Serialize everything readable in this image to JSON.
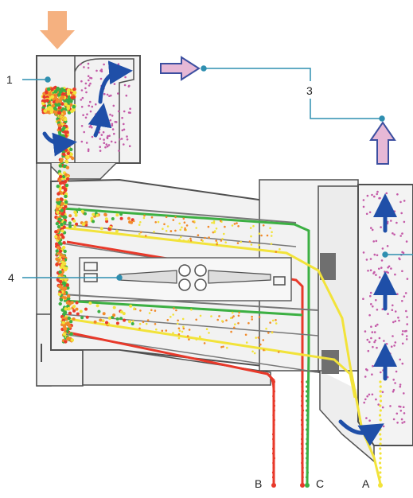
{
  "diagram": {
    "callouts": [
      {
        "id": "callout-1",
        "label": "1"
      },
      {
        "id": "callout-3",
        "label": "3"
      },
      {
        "id": "callout-4",
        "label": "4"
      }
    ],
    "outlets": [
      {
        "id": "outlet-b",
        "label": "B"
      },
      {
        "id": "outlet-c",
        "label": "C"
      },
      {
        "id": "outlet-a",
        "label": "A"
      }
    ]
  },
  "colors": {
    "housing_fill": "#f2f2f2",
    "housing_stroke": "#505050",
    "dark_grey": "#6f6f6f",
    "leader": "#2f8fb0",
    "flow_arrow": "#1f4fa8",
    "arrow_fill": "#e6b8d6",
    "arrow_stroke": "#3c4fa0",
    "green": "#3cb043",
    "red": "#e8392a",
    "yellow": "#f2e33a",
    "orange": "#f28a2a",
    "pink_dot": "#c45aa8",
    "feed_arrow": "#f3a36a"
  },
  "icons": [
    "feed-arrow-icon",
    "air-exhaust-arrow-icon",
    "air-up-arrow-icon",
    "airflow-arrow-icon"
  ]
}
